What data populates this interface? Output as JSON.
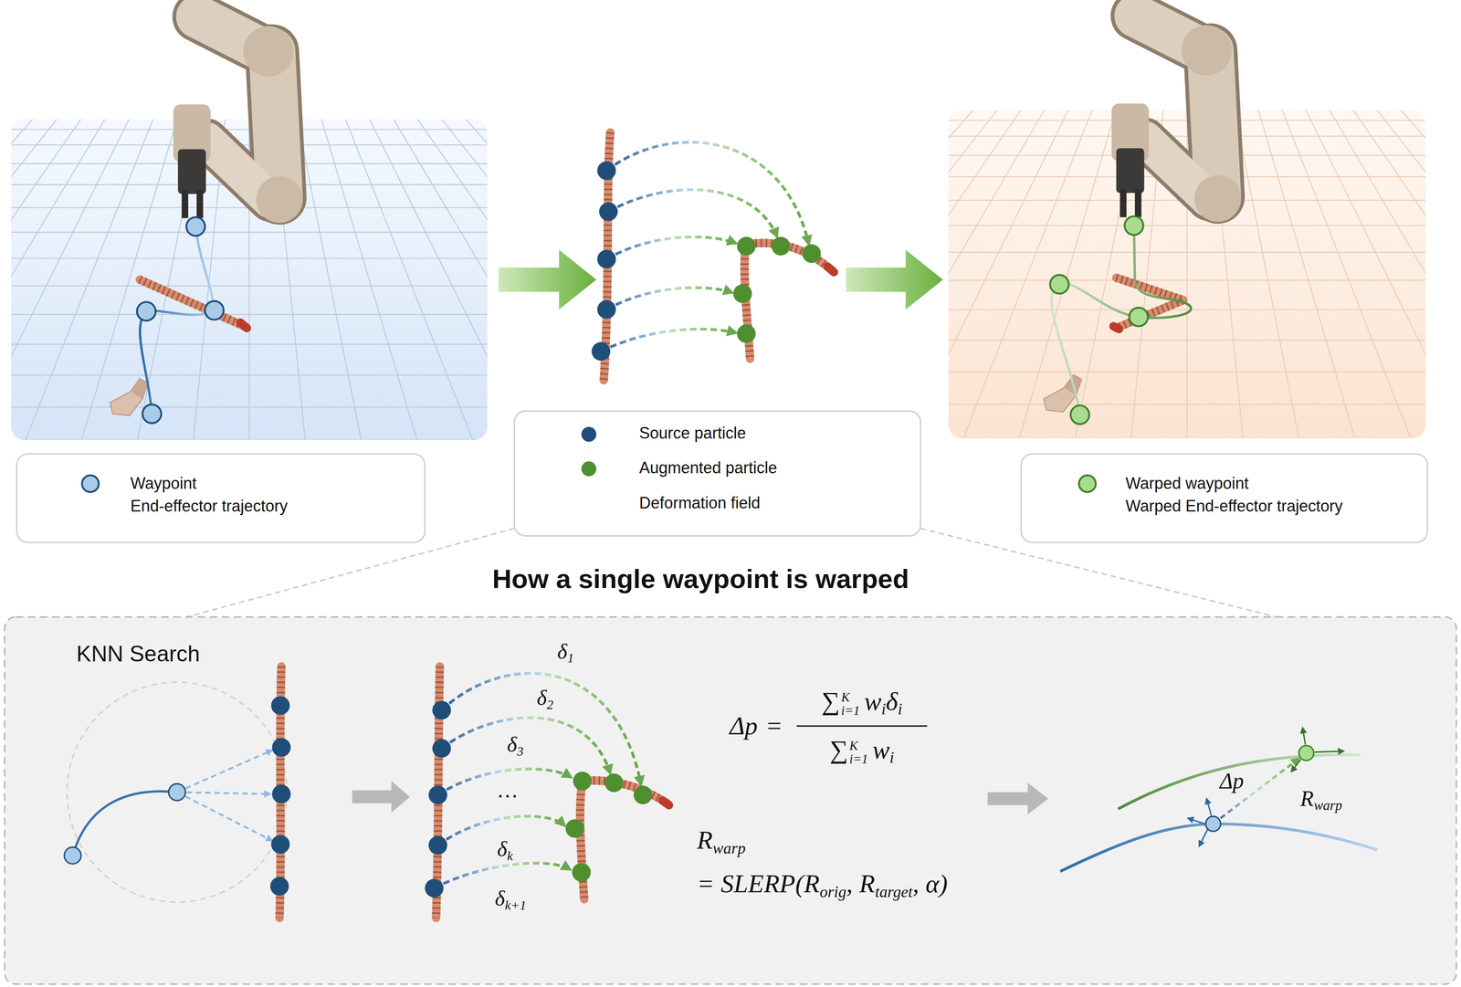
{
  "diagram": {
    "title": "How a single waypoint is warped",
    "labels": [
      "KNN Search",
      "δ",
      "1",
      "δ",
      "2",
      "δ",
      "3",
      "…",
      "δ",
      "k",
      "δ",
      "k+1",
      "Δp",
      "=",
      "∑",
      "K",
      "i=1",
      "w",
      "i",
      "δ",
      "i",
      "∑",
      "K",
      "i=1",
      "w",
      "i",
      "R",
      "warp",
      "= SLERP(R",
      "orig",
      ", R",
      "target",
      ", α)",
      "Δp",
      "R",
      "warp"
    ],
    "legend": [
      {
        "text": "Waypoint"
      },
      {
        "text": "End-effector trajectory"
      },
      {
        "text": "Source particle"
      },
      {
        "text": "Augmented particle"
      },
      {
        "text": "Deformation field"
      },
      {
        "text": "Warped waypoint"
      },
      {
        "text": "Warped End-effector trajectory"
      }
    ]
  }
}
